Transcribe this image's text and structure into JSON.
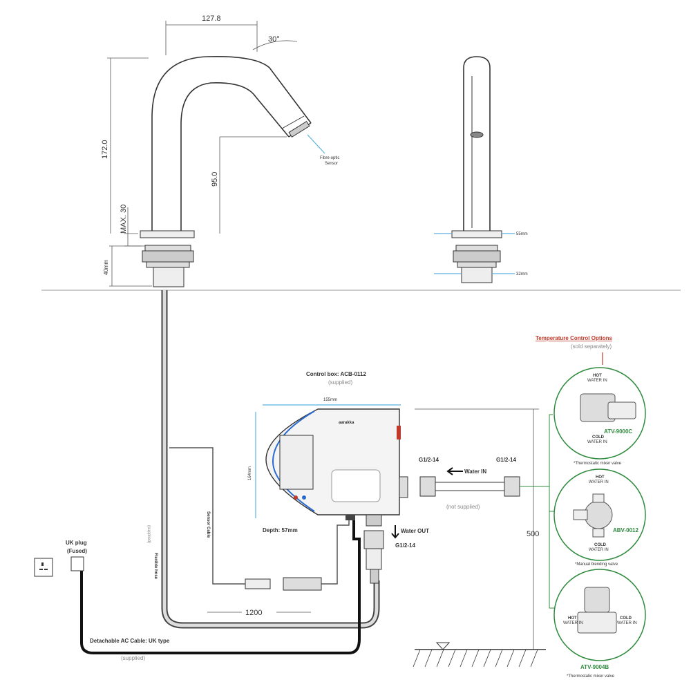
{
  "faucet": {
    "dim_width": "127.8",
    "dim_angle": "30°",
    "dim_height": "172.0",
    "dim_spout": "95.0",
    "dim_max": "MAX. 30",
    "dim_base": "40mm",
    "sensor_label_1": "Fibre-optic",
    "sensor_label_2": "Sensor"
  },
  "side_view": {
    "dim_top": "55mm",
    "dim_bottom": "32mm"
  },
  "control_box": {
    "title": "Control box: ACB-0112",
    "subtitle": "(supplied)",
    "width": "155mm",
    "height": "164mm",
    "depth": "Depth: 57mm",
    "brand": "aarakka"
  },
  "plumbing": {
    "fitting_left": "G1/2-14",
    "fitting_right": "G1/2-14",
    "water_in": "Water IN",
    "not_supplied": "(not supplied)",
    "water_out": "Water OUT",
    "fitting_out": "G1/2-14",
    "dim_500": "500",
    "dim_1200": "1200"
  },
  "cables": {
    "sensor_cable": "Sensor Cable",
    "flexible_hose": "Flexible hose",
    "flexible_hose_sub": "(supplied)",
    "uk_plug": "UK plug",
    "uk_plug_sub": "(Fused)",
    "ac_cable": "Detachable AC Cable: UK type",
    "ac_cable_sub": "(supplied)"
  },
  "temperature": {
    "title": "Temperature Control Options",
    "subtitle": "(sold separately)",
    "options": [
      {
        "hot": "HOT",
        "hot_sub": "WATER IN",
        "cold": "COLD",
        "cold_sub": "WATER IN",
        "code": "ATV-9000C",
        "caption": "*Thermostatic mixer valve"
      },
      {
        "hot": "HOT",
        "hot_sub": "WATER IN",
        "cold": "COLD",
        "cold_sub": "WATER IN",
        "code": "ABV-0012",
        "caption": "*Manual blending valve"
      },
      {
        "hot": "HOT",
        "hot_sub": "WATER IN",
        "cold": "COLD",
        "cold_sub": "WATER IN",
        "code": "ATV-9004B",
        "caption": "*Thermostatic mixer valve"
      }
    ]
  }
}
